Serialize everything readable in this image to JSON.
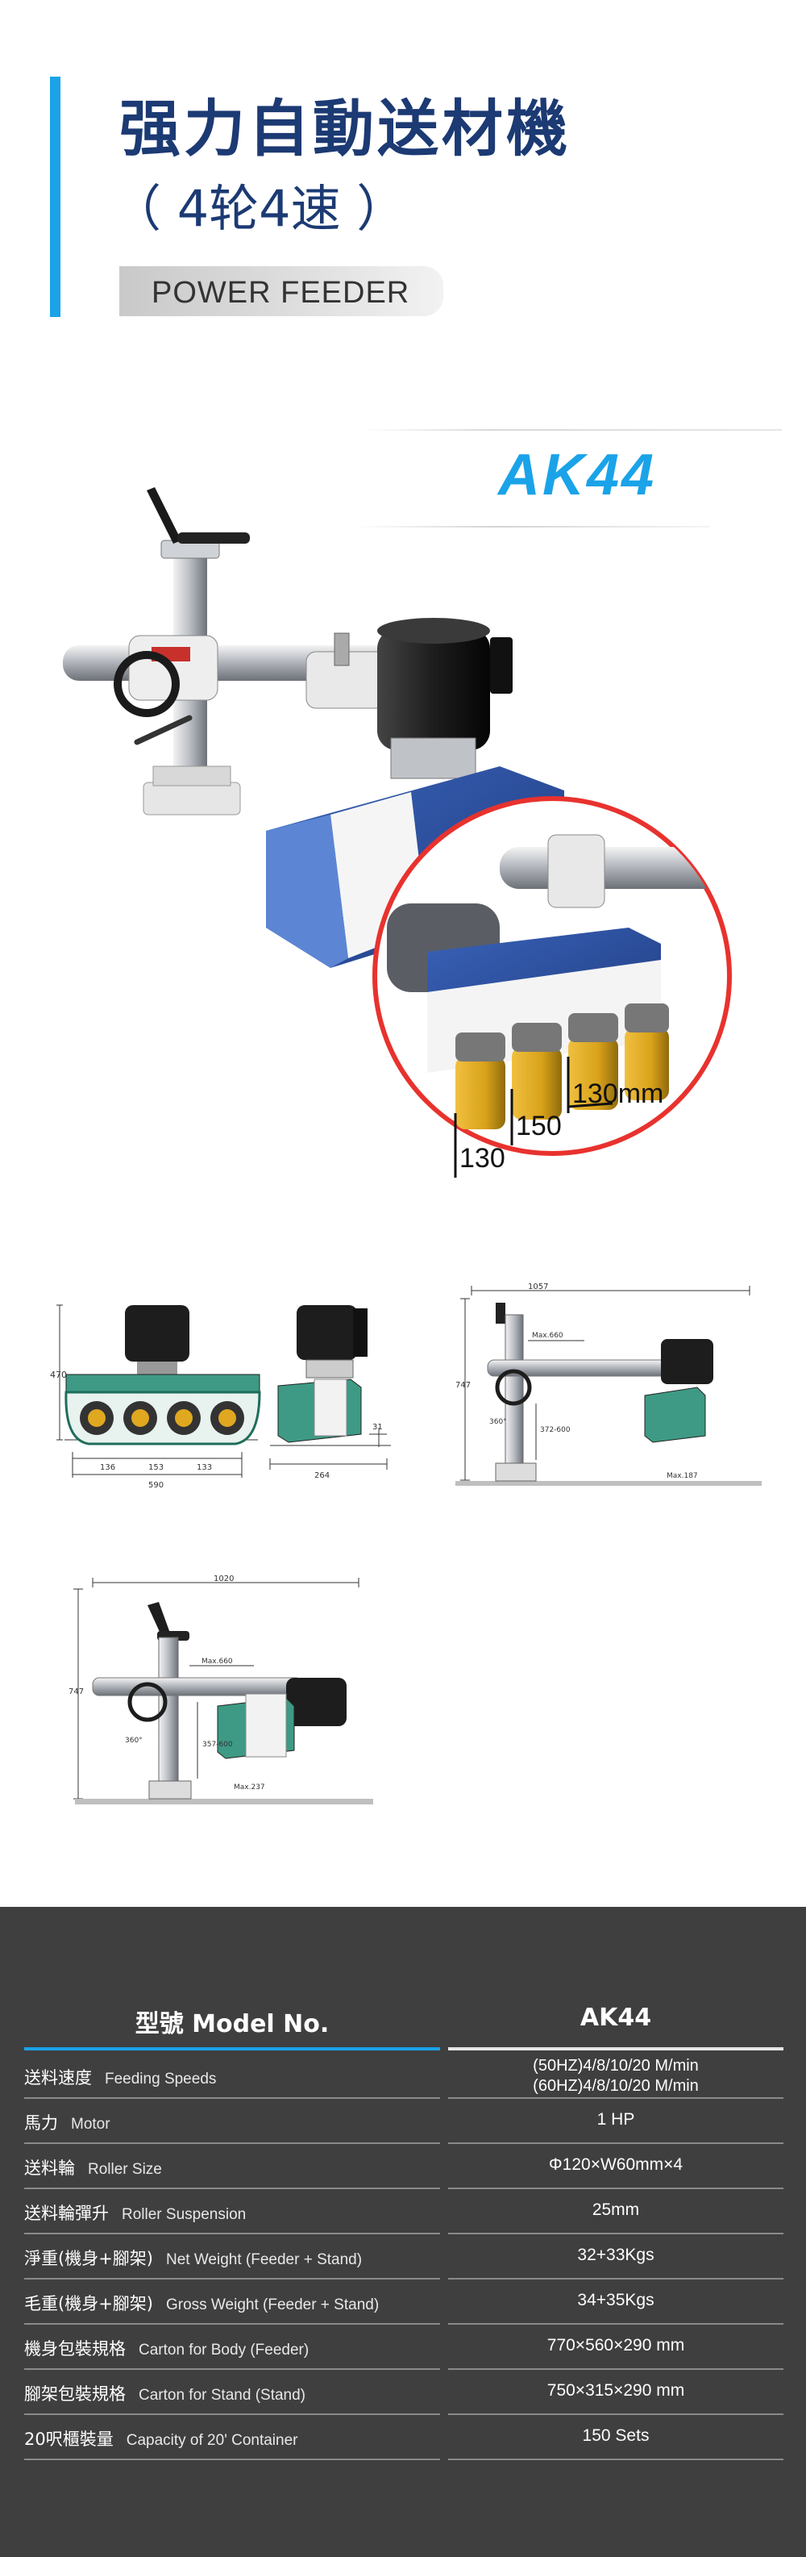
{
  "header": {
    "title": "强力自動送材機",
    "subtitle": "（ 4轮4速 ）",
    "english_name": "POWER FEEDER"
  },
  "model_badge": "AK44",
  "colors": {
    "accent": "#1aa3e8",
    "title": "#1c3a73",
    "spec_background": "#3f3f3f",
    "machine_blue": "#2d4f9e",
    "highlight_circle": "#e8322e",
    "roller_yellow": "#d9a21a"
  },
  "photo_callout": {
    "dim_130mm": "130mm",
    "dim_150": "150",
    "dim_130": "130"
  },
  "drawing_front": {
    "height": "470",
    "spacing_a": "136",
    "spacing_b": "153",
    "spacing_c": "133",
    "width": "590"
  },
  "drawing_side": {
    "gap": "31",
    "depth": "264"
  },
  "drawing_stand_1": {
    "width": "1057",
    "height": "747",
    "reach": "Max.660",
    "lift": "372-600",
    "rotation": "360°",
    "base": "Max.187"
  },
  "drawing_stand_2": {
    "width": "1020",
    "height": "747",
    "reach": "Max.660",
    "lift": "357-600",
    "rotation": "360°",
    "base": "Max.237"
  },
  "specs": {
    "header_label": "型號   Model No.",
    "header_value": "AK44",
    "rows": [
      {
        "zh": "送料速度",
        "en": "Feeding  Speeds",
        "values": [
          "(50HZ)4/8/10/20 M/min",
          "(60HZ)4/8/10/20 M/min"
        ]
      },
      {
        "zh": "馬力",
        "en": "Motor",
        "values": [
          "1 HP"
        ]
      },
      {
        "zh": "送料輪",
        "en": "Roller  Size",
        "values": [
          "Φ120×W60mm×4"
        ]
      },
      {
        "zh": "送料輪彈升",
        "en": "Roller Suspension",
        "values": [
          "25mm"
        ]
      },
      {
        "zh": "淨重(機身+腳架)",
        "en": "Net Weight (Feeder + Stand)",
        "values": [
          "32+33Kgs"
        ]
      },
      {
        "zh": "毛重(機身+腳架)",
        "en": "Gross Weight (Feeder  + Stand)",
        "values": [
          "34+35Kgs"
        ]
      },
      {
        "zh": "機身包裝規格",
        "en": "Carton for Body (Feeder)",
        "values": [
          "770×560×290 mm"
        ]
      },
      {
        "zh": "腳架包裝規格",
        "en": "Carton for Stand (Stand)",
        "values": [
          "750×315×290 mm"
        ]
      },
      {
        "zh": "20呎櫃裝量",
        "en": "Capacity of 20' Container",
        "values": [
          "150 Sets"
        ]
      }
    ]
  }
}
